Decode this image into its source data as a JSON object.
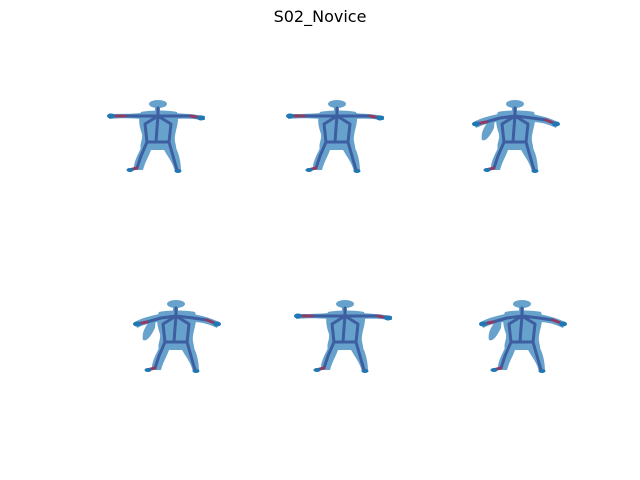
{
  "title": "S02_Novice",
  "colors": {
    "body": "#5b9bc8",
    "skeleton": "#3d5ea0",
    "limb_accent": "#8e3a62",
    "joint": "#1f77b4"
  },
  "panels": [
    {
      "pose": "t-pose-arms-out"
    },
    {
      "pose": "t-pose-arms-out"
    },
    {
      "pose": "twisted-arms-forward"
    },
    {
      "pose": "twisted-arms-forward"
    },
    {
      "pose": "t-pose-arms-out"
    },
    {
      "pose": "twisted-arms-forward"
    }
  ]
}
